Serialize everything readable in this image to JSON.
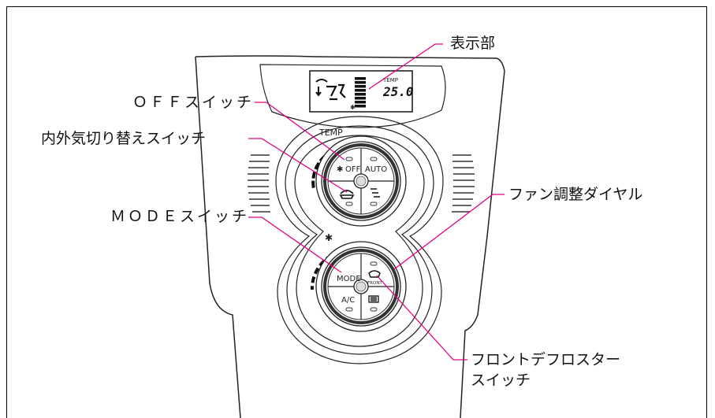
{
  "callouts": {
    "display": "表示部",
    "off_switch": "ＯＦＦスイッチ",
    "recirc_switch": "内外気切り替えスイッチ",
    "mode_switch": "ＭＯＤＥスイッチ",
    "fan_dial": "ファン調整ダイヤル",
    "front_defroster_line1": "フロントデフロスター",
    "front_defroster_line2": "スイッチ"
  },
  "panel": {
    "display_temp_label": "TEMP",
    "display_temp_value": "25.0",
    "dial_temp_label": "TEMP",
    "btn_off": "OFF",
    "btn_auto": "AUTO",
    "btn_mode": "MODE",
    "btn_ac": "A/C",
    "btn_front": "FRONT"
  },
  "colors": {
    "leader_line": "#e6007e",
    "outline": "#222222"
  },
  "icons": {
    "fan": "fan-icon",
    "recirculation": "recirculation-icon",
    "air_flow": "air-flow-icon",
    "defroster": "windshield-defroster-icon",
    "rear_defogger": "rear-defogger-icon"
  }
}
